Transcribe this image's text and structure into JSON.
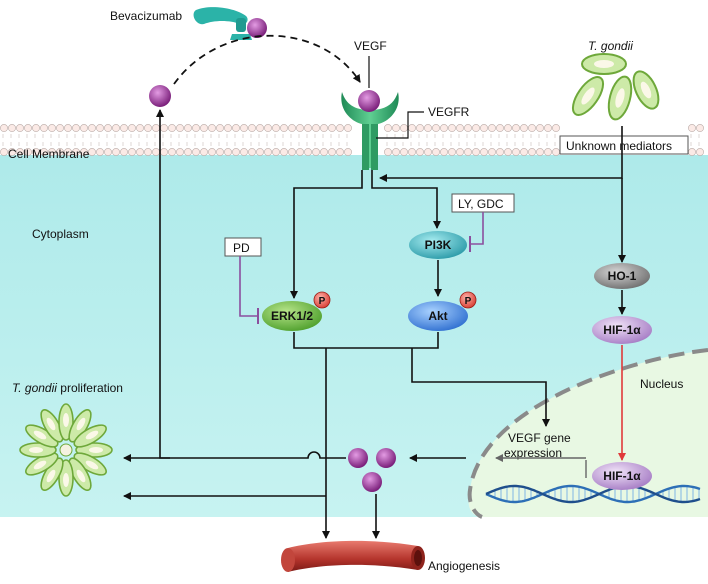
{
  "labels": {
    "bevacizumab": "Bevacizumab",
    "vegf": "VEGF",
    "vegfr": "VEGFR",
    "tgondii": "T. gondii",
    "cell_membrane": "Cell Membrane",
    "unknown_mediators": "Unknown mediators",
    "cytoplasm": "Cytoplasm",
    "ly_gdc": "LY, GDC",
    "pi3k": "PI3K",
    "pd": "PD",
    "erk": "ERK1/2",
    "akt": "Akt",
    "ho1": "HO-1",
    "hif_cyto": "HIF-1α",
    "nucleus": "Nucleus",
    "tgondii_prolif_italic": "T. gondii",
    "tgondii_prolif_rest": " proliferation",
    "vegf_gene_1": "VEGF gene",
    "vegf_gene_2": "expression",
    "hif_nuc": "HIF-1α",
    "angiogenesis": "Angiogenesis",
    "phospho": "P"
  },
  "colors": {
    "cytoplasm_bg": "#bcefef",
    "nucleus_bg": "#e9f8e4",
    "membrane_head": "#fbe9e4",
    "receptor_green": "#2fa36b",
    "vegf_purple": "#8b2a8b",
    "erk_green": "#6fc04a",
    "pi3k_teal": "#3fb7c1",
    "akt_blue": "#4a90e2",
    "ho1_gray": "#9a9a9a",
    "hif_purple": "#c9a8dc",
    "inhibitor_purple": "#8b4f9e",
    "red_arrow": "#e03a3a",
    "phospho_red": "#e8574d"
  }
}
